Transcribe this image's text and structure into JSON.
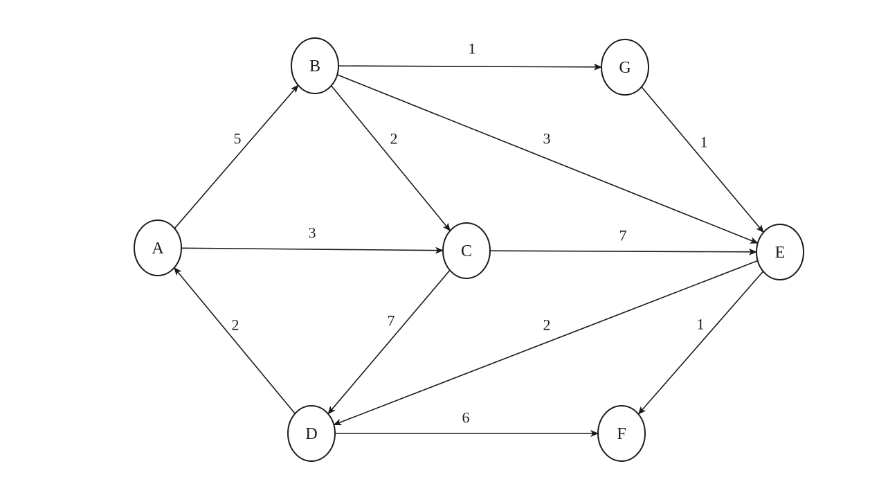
{
  "nodes": [
    {
      "id": "A",
      "label": "A"
    },
    {
      "id": "B",
      "label": "B"
    },
    {
      "id": "C",
      "label": "C"
    },
    {
      "id": "D",
      "label": "D"
    },
    {
      "id": "E",
      "label": "E"
    },
    {
      "id": "F",
      "label": "F"
    },
    {
      "id": "G",
      "label": "G"
    }
  ],
  "edges": [
    {
      "from": "A",
      "to": "B",
      "weight": "5"
    },
    {
      "from": "A",
      "to": "C",
      "weight": "3"
    },
    {
      "from": "B",
      "to": "G",
      "weight": "1"
    },
    {
      "from": "B",
      "to": "C",
      "weight": "2"
    },
    {
      "from": "B",
      "to": "E",
      "weight": "3"
    },
    {
      "from": "G",
      "to": "E",
      "weight": "1"
    },
    {
      "from": "C",
      "to": "E",
      "weight": "7"
    },
    {
      "from": "C",
      "to": "D",
      "weight": "7"
    },
    {
      "from": "E",
      "to": "D",
      "weight": "2"
    },
    {
      "from": "E",
      "to": "F",
      "weight": "1"
    },
    {
      "from": "D",
      "to": "A",
      "weight": "2"
    },
    {
      "from": "D",
      "to": "F",
      "weight": "6"
    }
  ]
}
